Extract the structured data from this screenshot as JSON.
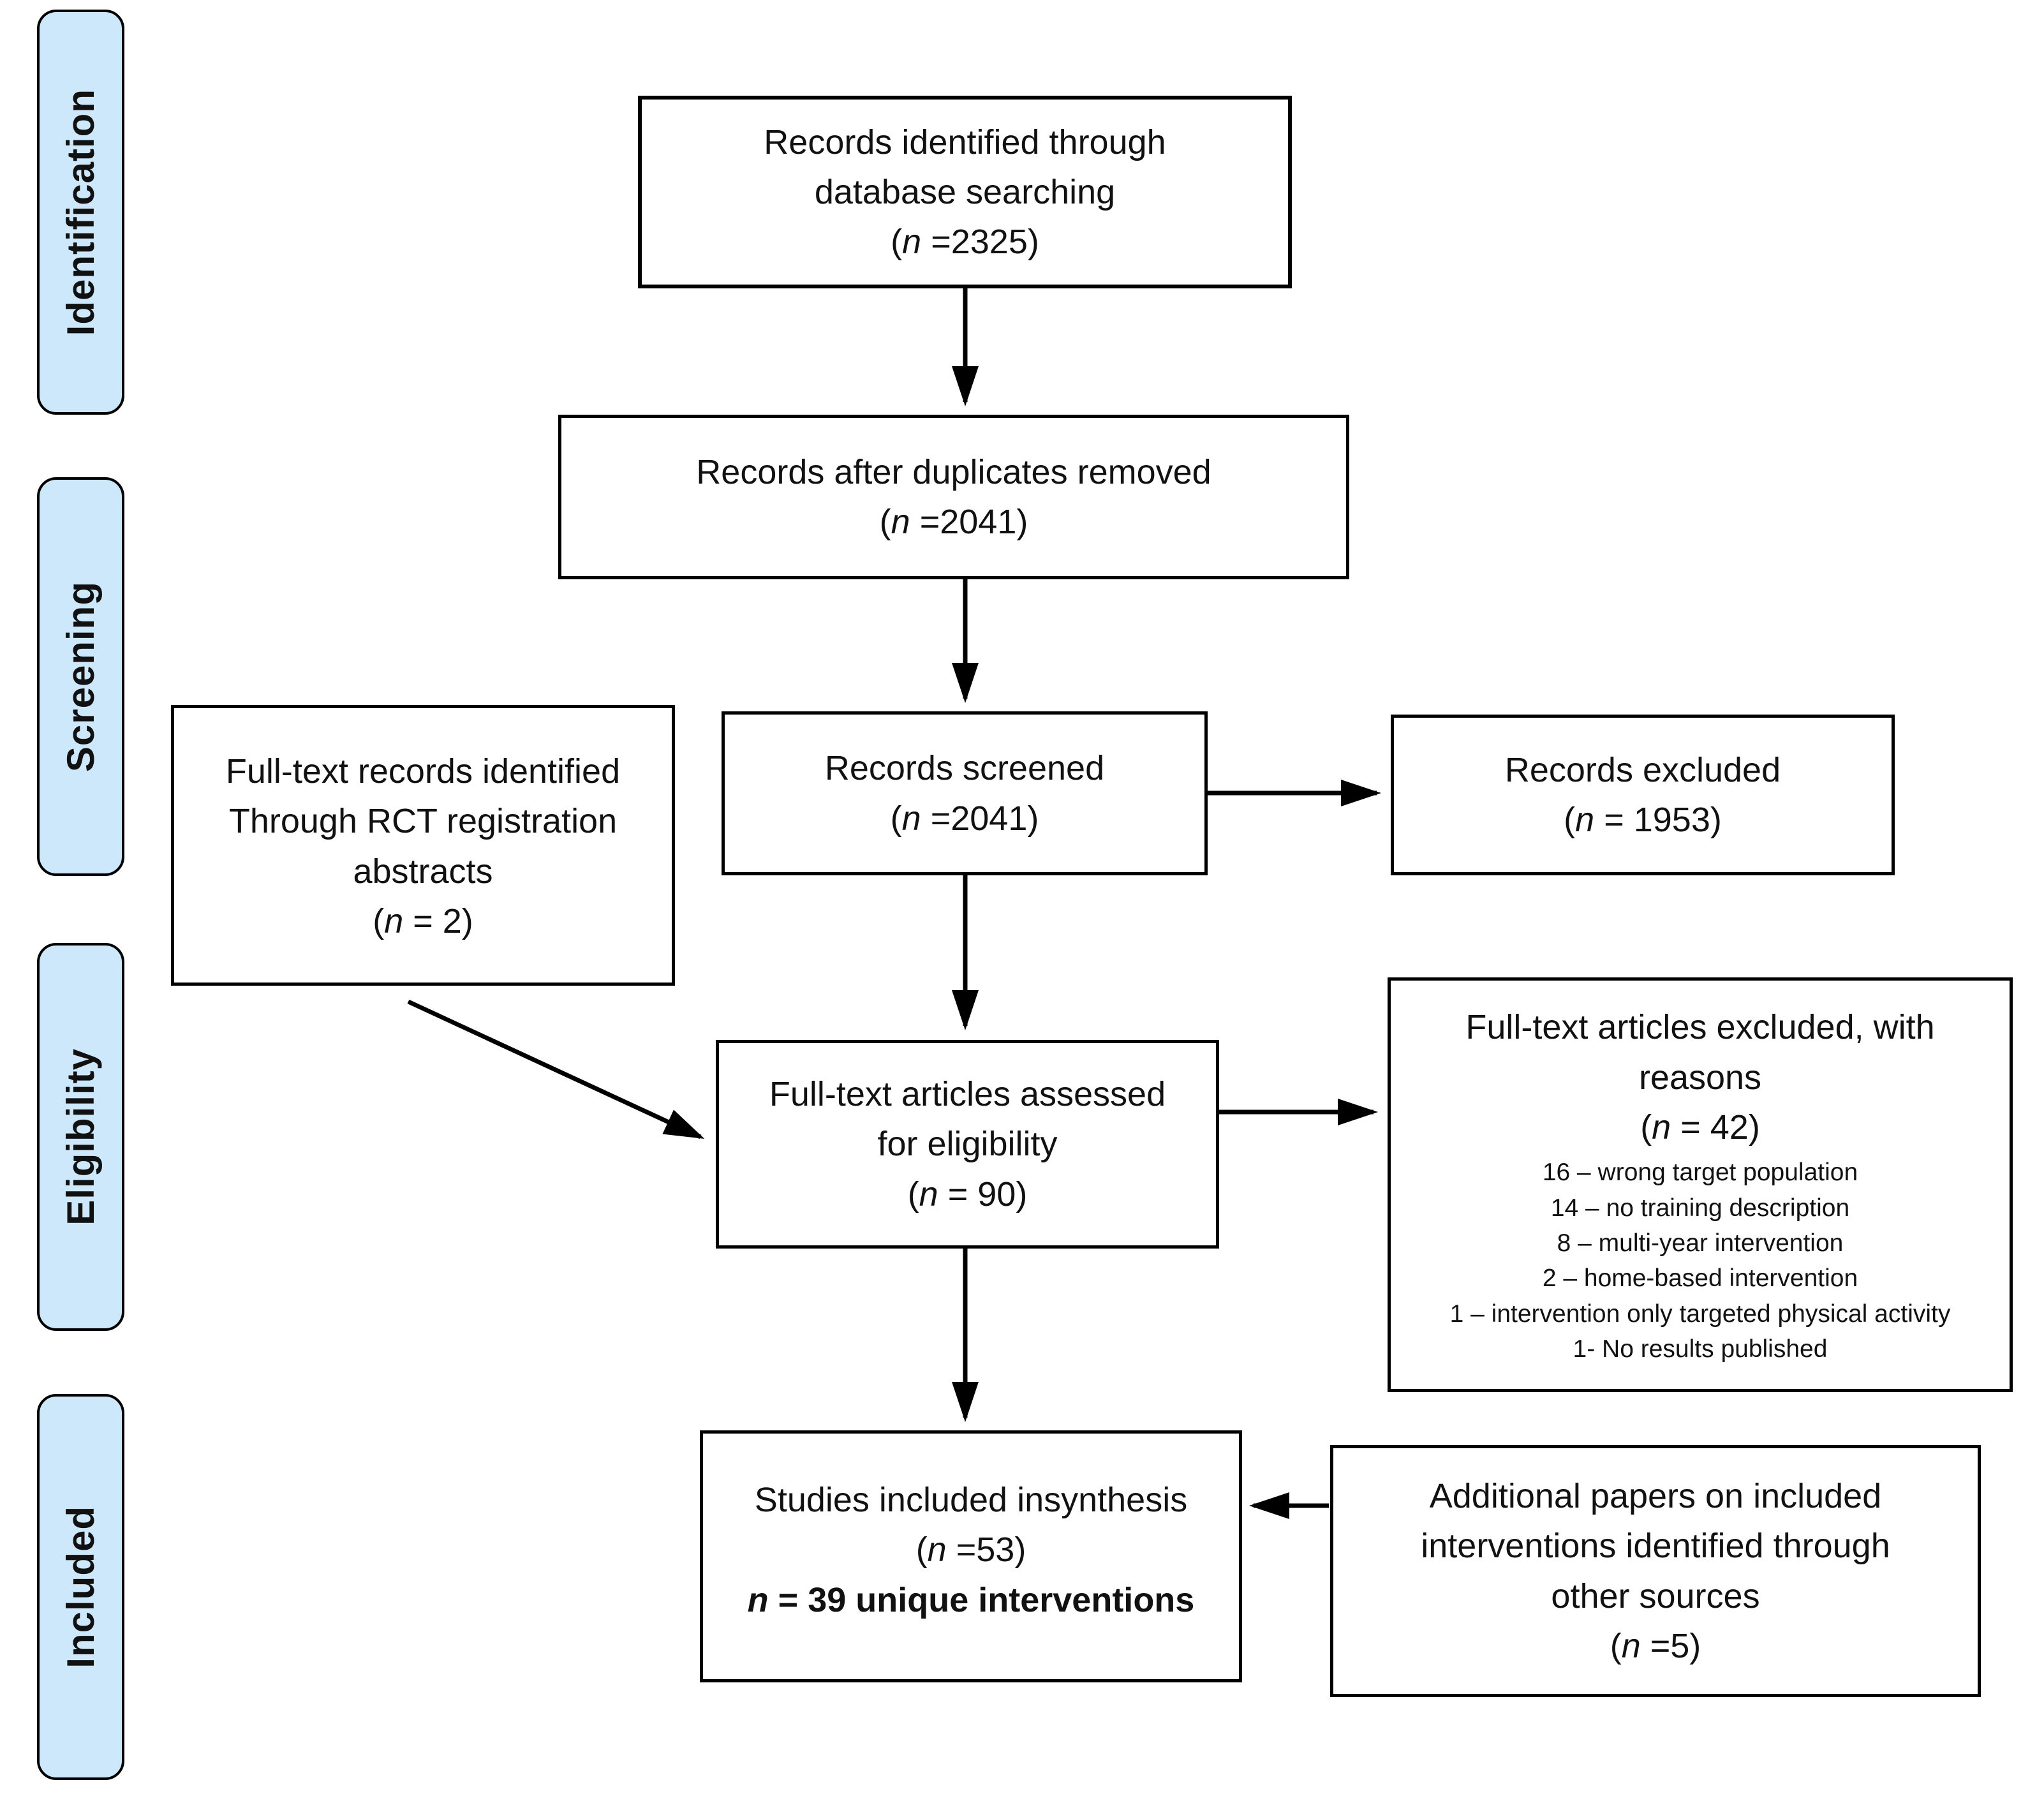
{
  "colors": {
    "background": "#ffffff",
    "sidebar_fill": "#cde8fa",
    "border": "#000000",
    "text": "#111111"
  },
  "sidebar": {
    "items": [
      {
        "label": "Identification"
      },
      {
        "label": "Screening"
      },
      {
        "label": "Eligibility"
      },
      {
        "label": "Included"
      }
    ]
  },
  "boxes": {
    "identified": {
      "lines": [
        "Records identified through",
        "database searching"
      ],
      "count": {
        "open": "(",
        "var": "n",
        "rest": " =2325)"
      }
    },
    "duplicates": {
      "lines": [
        "Records after duplicates removed"
      ],
      "count": {
        "open": "(",
        "var": "n",
        "rest": " =2041)"
      }
    },
    "screened": {
      "lines": [
        "Records screened"
      ],
      "count": {
        "open": "(",
        "var": "n",
        "rest": " =2041)"
      }
    },
    "excluded": {
      "lines": [
        "Records excluded"
      ],
      "count": {
        "open": "(",
        "var": "n",
        "rest": " = 1953)"
      }
    },
    "fulltext_records": {
      "lines": [
        "Full-text records identified",
        "Through RCT registration",
        "abstracts"
      ],
      "count": {
        "open": "(",
        "var": "n",
        "rest": " = 2)"
      }
    },
    "assessed": {
      "lines": [
        "Full-text articles assessed",
        "for eligibility"
      ],
      "count": {
        "open": "(",
        "var": "n",
        "rest": " = 90)"
      }
    },
    "reasons": {
      "lines": [
        "Full-text articles excluded, with",
        "reasons"
      ],
      "count": {
        "open": "(",
        "var": "n",
        "rest": " = 42)"
      },
      "items": [
        "16 – wrong target population",
        "14 – no training description",
        "8 – multi-year intervention",
        "2 – home-based intervention",
        "1 – intervention only targeted physical activity",
        "1- No results published"
      ]
    },
    "included": {
      "lines": [
        "Studies included insynthesis"
      ],
      "count": {
        "open": "(",
        "var": "n",
        "rest": " =53)"
      },
      "bold": {
        "var": "n",
        "rest": " = 39 unique interventions"
      }
    },
    "additional": {
      "lines": [
        "Additional papers on included",
        "interventions identified through",
        "other sources"
      ],
      "count": {
        "open": "(",
        "var": "n",
        "rest": " =5)"
      }
    }
  }
}
